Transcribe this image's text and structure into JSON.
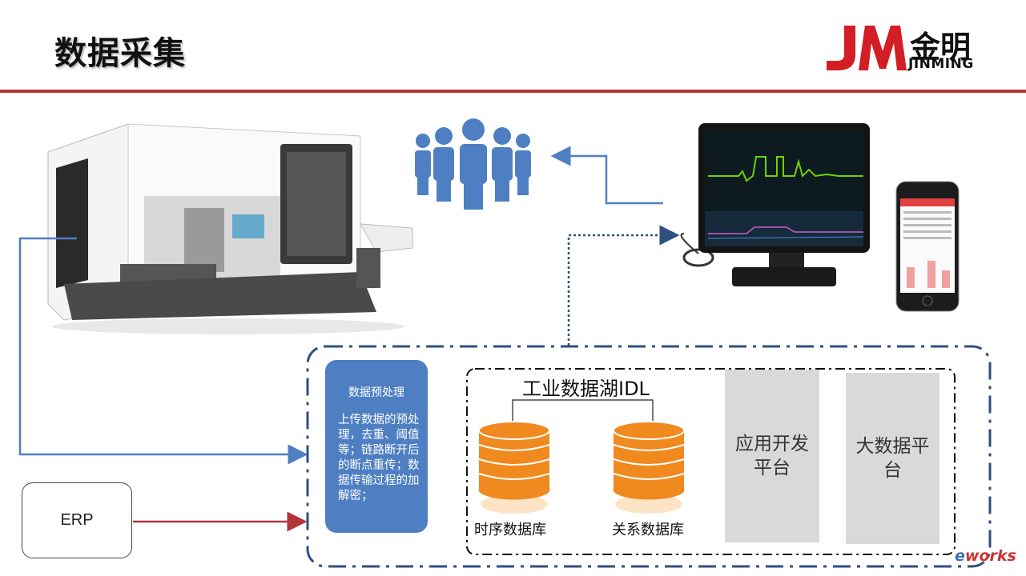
{
  "header": {
    "title": "数据采集",
    "logo_cn": "金明",
    "logo_en": "JINMING"
  },
  "erp": {
    "label": "ERP"
  },
  "preprocess": {
    "title": "数据预处理",
    "body": "上传数据的预处理，去重、阈值等；链路断开后的断点重传；数据传输过程的加解密；"
  },
  "datalake": {
    "title": "工业数据湖IDL",
    "db_time_series": "时序数据库",
    "db_relational": "关系数据库"
  },
  "platforms": {
    "app_dev": "应用开发平台",
    "big_data": "大数据平台"
  },
  "watermark": {
    "prefix": "e",
    "suffix": "works"
  },
  "colors": {
    "accent_red": "#b5343a",
    "blue": "#4f7fc3",
    "orange": "#f0891e",
    "dashed_frame": "#2f4f7f"
  }
}
